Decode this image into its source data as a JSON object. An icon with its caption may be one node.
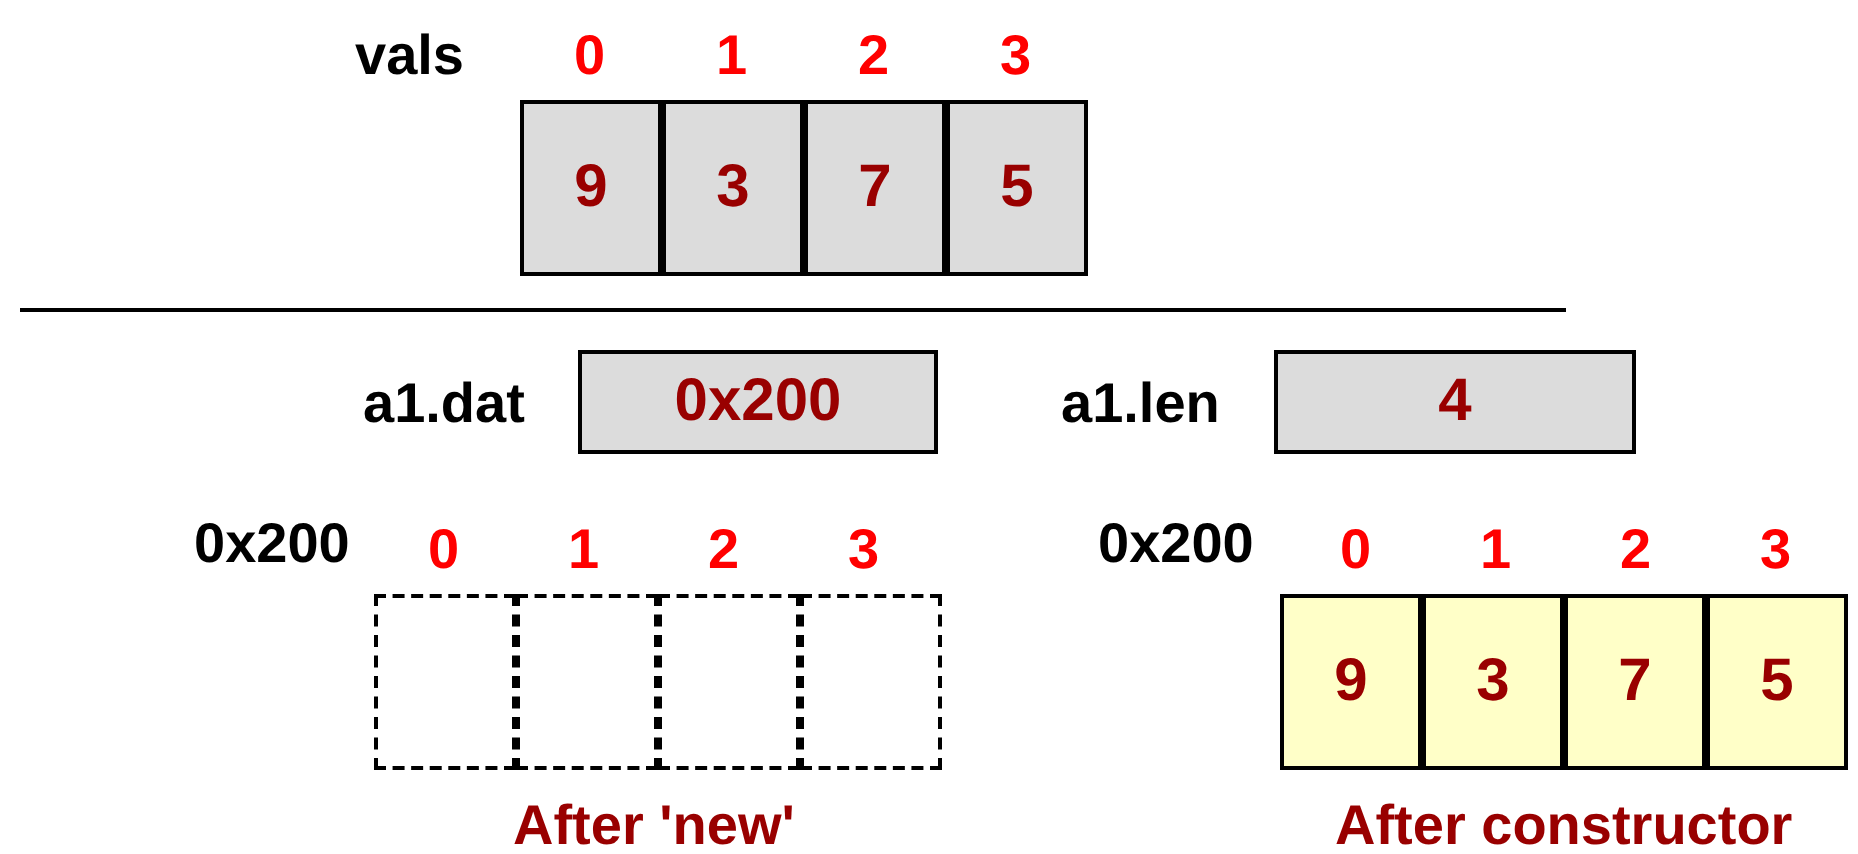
{
  "diagram": {
    "nodes": [
      {
        "text": [
          "9"
        ]
      },
      {
        "text": [
          "3"
        ]
      },
      {
        "text": [
          "7"
        ]
      },
      {
        "text": [
          "5"
        ]
      },
      {
        "text": [
          "0x200"
        ]
      },
      {
        "text": [
          "4"
        ]
      },
      {
        "text": [],
        "shape": "box"
      },
      {
        "text": [],
        "shape": "box"
      },
      {
        "text": [],
        "shape": "box"
      },
      {
        "text": [],
        "shape": "box"
      },
      {
        "text": [
          "9"
        ]
      },
      {
        "text": [
          "3"
        ]
      },
      {
        "text": [
          "7"
        ]
      },
      {
        "text": [
          "5"
        ]
      }
    ],
    "edges": [],
    "labels": [
      "vals",
      "0",
      "1",
      "2",
      "3",
      "a1.dat",
      "a1.len",
      "0x200",
      "0",
      "1",
      "2",
      "3",
      "0x200",
      "0",
      "1",
      "2",
      "3",
      "After 'new'",
      "After constructor"
    ]
  }
}
